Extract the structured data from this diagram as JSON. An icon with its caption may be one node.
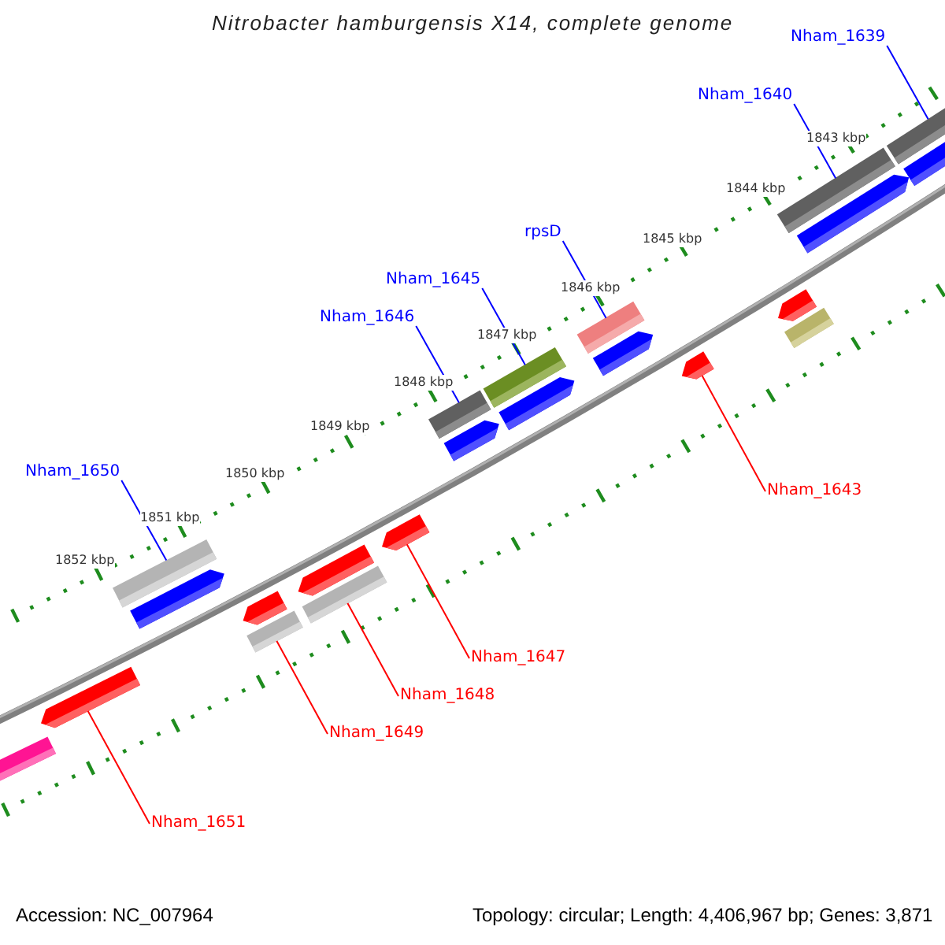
{
  "diagram": {
    "title": "Nitrobacter hamburgensis X14, complete genome",
    "nodes": [
      {
        "text": [
          "Nham_1639"
        ]
      },
      {
        "text": [
          "Nham_1640"
        ]
      },
      {
        "text": [
          "rpsD"
        ]
      },
      {
        "text": [
          "Nham_1645"
        ]
      },
      {
        "text": [
          "Nham_1646"
        ]
      },
      {
        "text": [
          "Nham_1650"
        ]
      },
      {
        "text": [
          "Nham_1643"
        ]
      },
      {
        "text": [
          "Nham_1647"
        ]
      },
      {
        "text": [
          "Nham_1648"
        ]
      },
      {
        "text": [
          "Nham_1649"
        ]
      },
      {
        "text": [
          "Nham_1651"
        ]
      },
      {
        "text": [],
        "shape": "bar"
      },
      {
        "text": [],
        "shape": "arrow"
      },
      {
        "text": [],
        "shape": "bar"
      },
      {
        "text": [],
        "shape": "arrow"
      },
      {
        "text": [],
        "shape": "bar"
      },
      {
        "text": [],
        "shape": "arrow"
      },
      {
        "text": [],
        "shape": "bar"
      },
      {
        "text": [],
        "shape": "arrow"
      },
      {
        "text": [],
        "shape": "arrow"
      },
      {
        "text": [],
        "shape": "bar"
      },
      {
        "text": [],
        "shape": "arrow"
      },
      {
        "text": [],
        "shape": "bar"
      },
      {
        "text": [],
        "shape": "arrow"
      },
      {
        "text": [],
        "shape": "bar"
      },
      {
        "text": [],
        "shape": "arrow"
      },
      {
        "text": [],
        "shape": "arrow"
      },
      {
        "text": [],
        "shape": "bar"
      },
      {
        "text": [],
        "shape": "arrow"
      },
      {
        "text": [],
        "shape": "bar"
      },
      {
        "text": [],
        "shape": "arrow"
      },
      {
        "text": [],
        "shape": "bar"
      },
      {
        "text": [],
        "shape": "arrow"
      }
    ],
    "edges": [
      {
        "from": 0,
        "to": 31,
        "arrow": "none"
      },
      {
        "from": 1,
        "to": 29,
        "arrow": "none"
      },
      {
        "from": 2,
        "to": 24,
        "arrow": "none"
      },
      {
        "from": 3,
        "to": 22,
        "arrow": "none"
      },
      {
        "from": 4,
        "to": 20,
        "arrow": "none"
      },
      {
        "from": 5,
        "to": 13,
        "arrow": "none"
      },
      {
        "from": 6,
        "to": 26,
        "arrow": "none",
        "color": "#ff0000"
      },
      {
        "from": 7,
        "to": 19,
        "arrow": "none",
        "color": "#ff0000"
      },
      {
        "from": 8,
        "to": 17,
        "arrow": "none",
        "color": "#ff0000"
      },
      {
        "from": 9,
        "to": 15,
        "arrow": "none",
        "color": "#ff0000"
      },
      {
        "from": 10,
        "to": 12,
        "arrow": "none",
        "color": "#ff0000"
      }
    ],
    "labels": [
      "1843 kbp",
      "1844 kbp",
      "1845 kbp",
      "1846 kbp",
      "1847 kbp",
      "1848 kbp",
      "1849 kbp",
      "1850 kbp",
      "1851 kbp",
      "1852 kbp",
      "Accession: NC_007964",
      "Topology: circular; Length: 4,406,967 bp; Genes: 3,871"
    ]
  }
}
